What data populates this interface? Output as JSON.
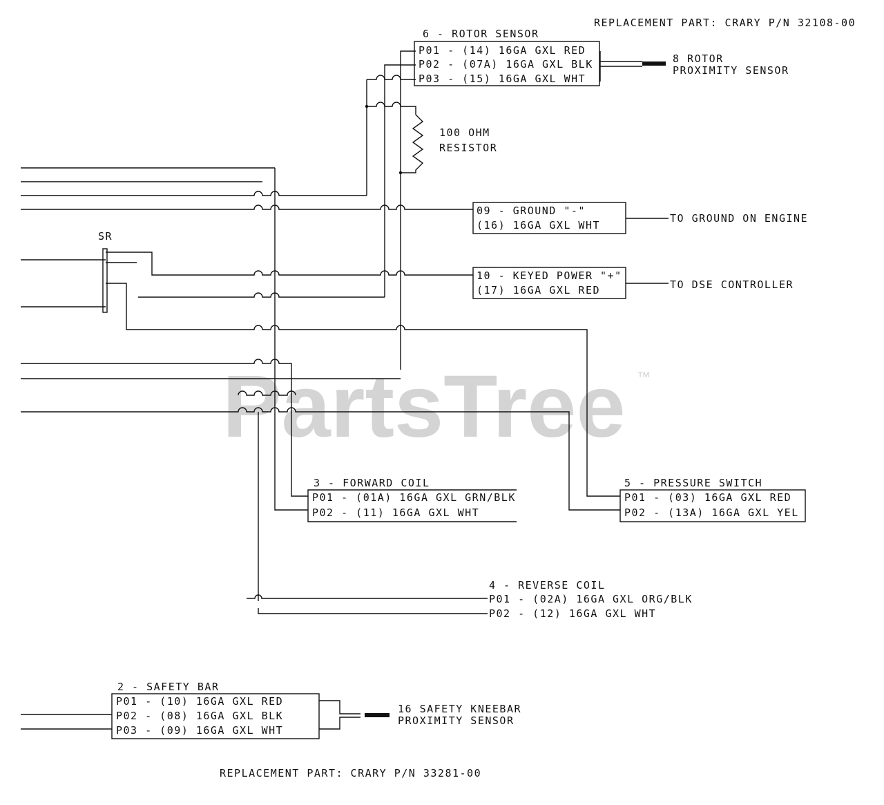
{
  "watermark": {
    "text": "PartsTree",
    "trademark": "™"
  },
  "replacement_top": "REPLACEMENT PART:  CRARY P/N 32108-00",
  "replacement_bottom": "REPLACEMENT PART:  CRARY P/N 33281-00",
  "rotor_sensor": {
    "title": "6 - ROTOR SENSOR",
    "pins": [
      "P01 - (14) 16GA GXL RED",
      "P02 - (07A) 16GA GXL BLK",
      "P03 - (15) 16GA GXL WHT"
    ],
    "target_line1": "8 ROTOR",
    "target_line2": "PROXIMITY SENSOR"
  },
  "resistor": {
    "line1": "100 OHM",
    "line2": "RESISTOR"
  },
  "sr_label": "SR",
  "ground": {
    "line1": "09 - GROUND \"-\"",
    "line2": "(16) 16GA GXL WHT",
    "target": "TO GROUND ON ENGINE"
  },
  "keyed_power": {
    "line1": "10 - KEYED POWER \"+\"",
    "line2": "(17) 16GA GXL RED",
    "target": "TO DSE CONTROLLER"
  },
  "forward_coil": {
    "title": "3 - FORWARD COIL",
    "pins": [
      "P01 - (01A) 16GA GXL GRN/BLK",
      "P02 - (11) 16GA GXL WHT"
    ]
  },
  "pressure_switch": {
    "title": "5 - PRESSURE SWITCH",
    "pins": [
      "P01 - (03) 16GA GXL RED",
      "P02 - (13A) 16GA GXL YEL"
    ]
  },
  "reverse_coil": {
    "title": "4 - REVERSE COIL",
    "pins": [
      "P01 - (02A) 16GA GXL ORG/BLK",
      "P02 - (12) 16GA GXL WHT"
    ]
  },
  "safety_bar": {
    "title": "2 - SAFETY BAR",
    "pins": [
      "P01 - (10) 16GA GXL RED",
      "P02 - (08) 16GA GXL BLK",
      "P03 - (09) 16GA GXL WHT"
    ],
    "target_line1": "16 SAFETY KNEEBAR",
    "target_line2": "PROXIMITY SENSOR"
  }
}
